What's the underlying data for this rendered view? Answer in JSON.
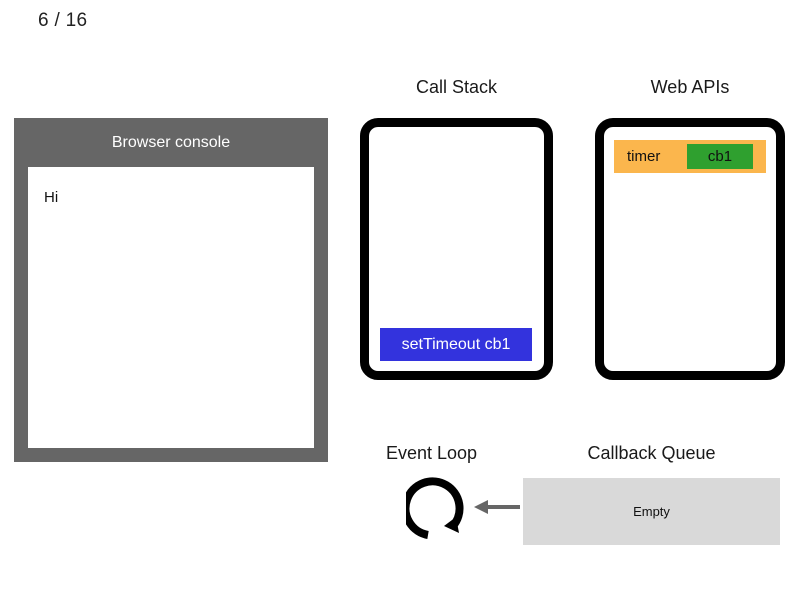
{
  "slide": {
    "counter": "6 / 16"
  },
  "console": {
    "title": "Browser console",
    "log_lines": [
      "Hi"
    ],
    "frame_color": "#666666",
    "output_background": "#ffffff"
  },
  "call_stack": {
    "caption": "Call Stack",
    "frames": [
      {
        "label": "setTimeout cb1",
        "color": "#3333dd",
        "text_color": "#ffffff"
      }
    ]
  },
  "web_apis": {
    "caption": "Web APIs",
    "entries": [
      {
        "label": "timer",
        "callback": "cb1",
        "background": "#fbb64d",
        "callback_background": "#2fa02f"
      }
    ]
  },
  "event_loop": {
    "caption": "Event Loop",
    "icon": "circular-arrow-icon",
    "arrow_icon": "arrow-left-icon",
    "arrow_color": "#666666"
  },
  "callback_queue": {
    "caption": "Callback Queue",
    "status": "Empty",
    "background": "#d9d9d9"
  }
}
